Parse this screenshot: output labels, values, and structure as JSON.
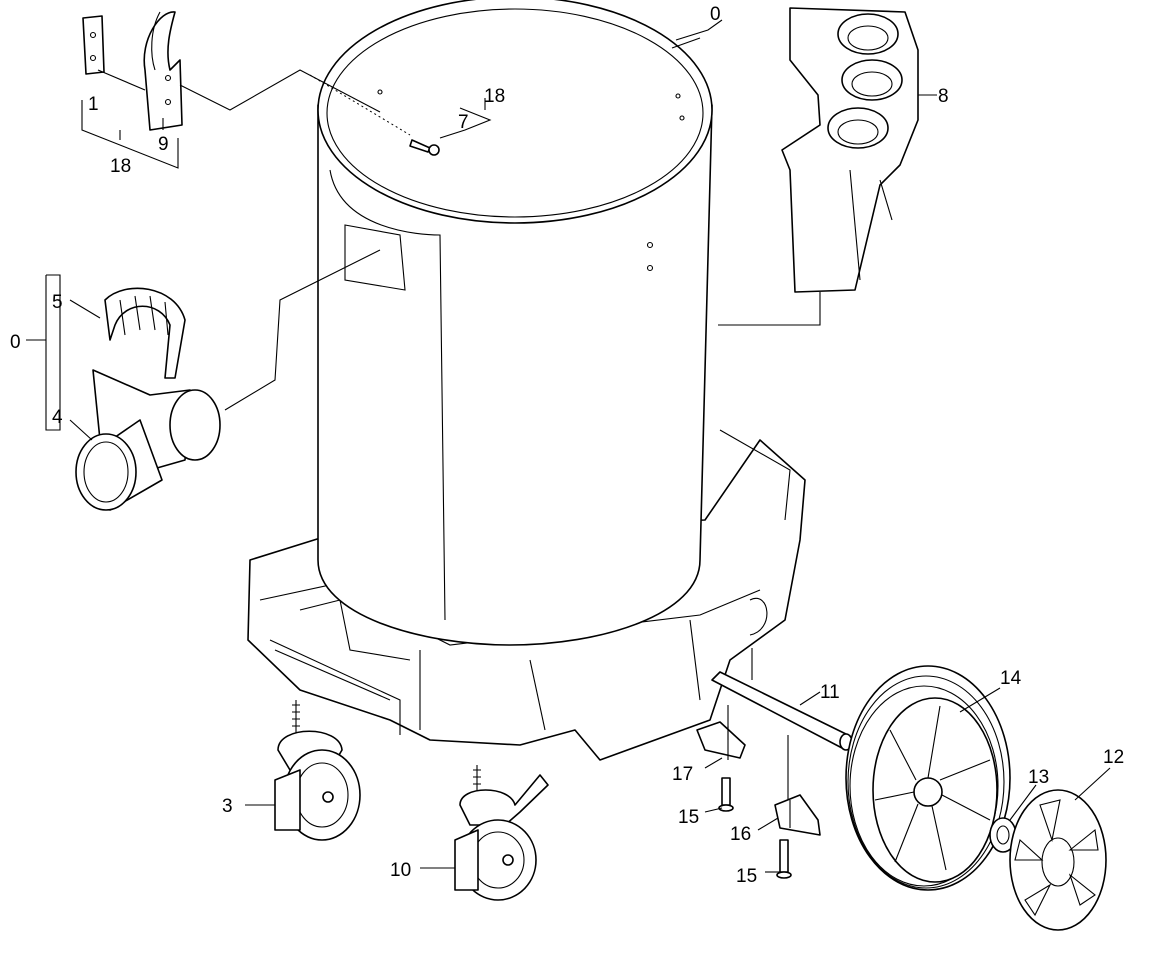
{
  "labels": {
    "p0_top": "0",
    "p1": "1",
    "p9": "9",
    "p18_tl": "18",
    "p18_screw": "18",
    "p7": "7",
    "p8": "8",
    "p5": "5",
    "p0_left": "0",
    "p4": "4",
    "p3": "3",
    "p10": "10",
    "p11": "11",
    "p14": "14",
    "p12": "12",
    "p13": "13",
    "p17": "17",
    "p15_a": "15",
    "p16": "16",
    "p15_b": "15"
  }
}
